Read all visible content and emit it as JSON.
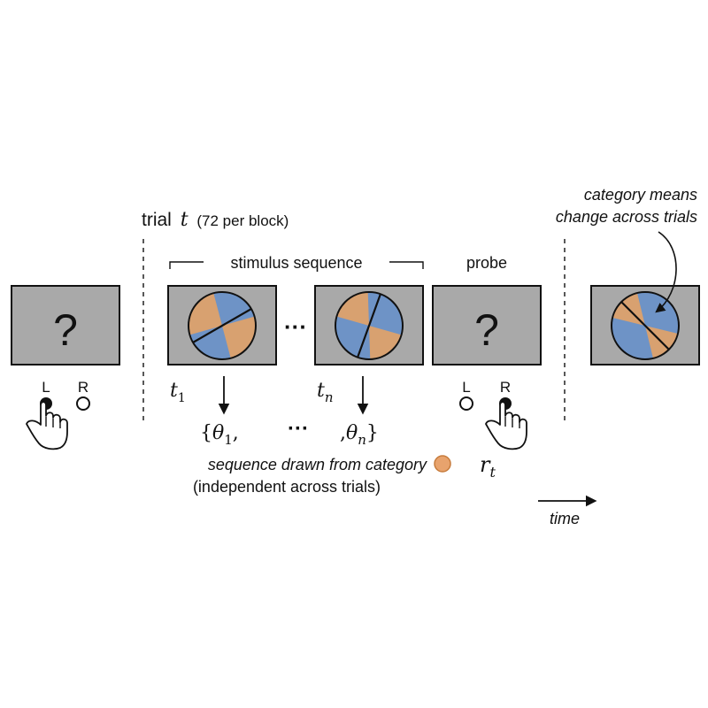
{
  "trial_header": {
    "prefix": "trial",
    "var": "t",
    "suffix": "(72 per block)"
  },
  "sequence_label": "stimulus sequence",
  "probe_label": "probe",
  "question_mark": "?",
  "buttons": {
    "left": "L",
    "right": "R"
  },
  "time_labels": {
    "t": "t",
    "first_sub": "1",
    "last_sub": "n",
    "dots": "···"
  },
  "theta_labels": {
    "open": "{",
    "theta": "θ",
    "first_sub": "1",
    "comma_first": ",",
    "comma_last": ",",
    "last_sub": "n",
    "close": "}",
    "dots": "···"
  },
  "category_note": {
    "line1": "sequence drawn from category",
    "line2": "(independent across trials)"
  },
  "response": {
    "var": "r",
    "sub": "t"
  },
  "category_means_note": {
    "line1": "category means",
    "line2": "change across trials"
  },
  "time_axis_label": "time",
  "colors": {
    "screen_fill": "#a9a9a9",
    "blue": "#6e93c6",
    "orange": "#d8a170",
    "category_dot": "#e8a36d",
    "category_dot_edge": "#c77c3d",
    "ink": "#111111"
  }
}
